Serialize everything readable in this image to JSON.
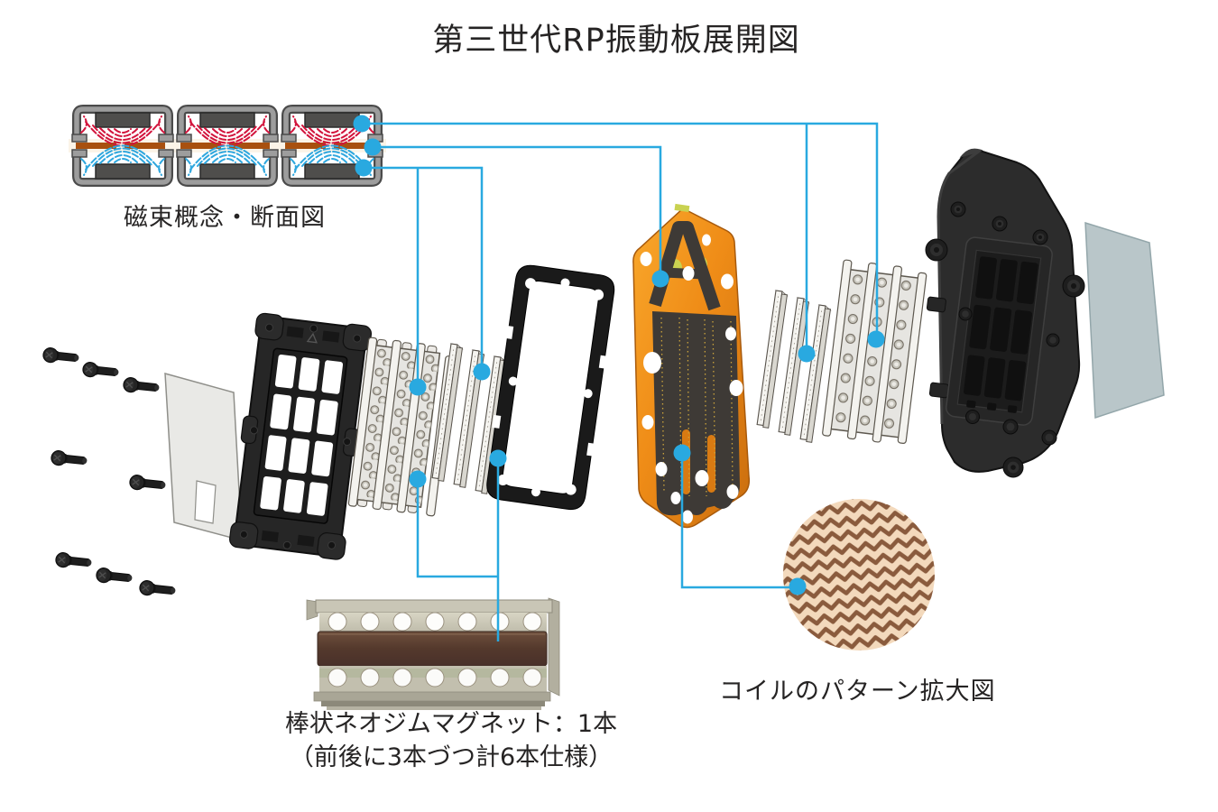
{
  "title": "第三世代RP振動板展開図",
  "labels": {
    "flux_section": "磁束概念・断面図",
    "magnet_line1": "棒状ネオジムマグネット：1本",
    "magnet_line2": "（前後に3本づつ計6本仕様）",
    "coil_zoom": "コイルのパターン拡大図"
  },
  "colors": {
    "connector_blue": "#29a9e0",
    "flux_red": "#d2143c",
    "flux_blue": "#2fa7de",
    "conductor_brown": "#a8500f",
    "diaphragm_orange": "#ef8c17",
    "coil_trace_dark": "#3e3a36",
    "coil_pattern_brown": "#8a5b3d",
    "coil_pattern_bg": "#f3d9bc",
    "part_black": "#262626",
    "magnet_bar_brown": "#5d4434"
  }
}
